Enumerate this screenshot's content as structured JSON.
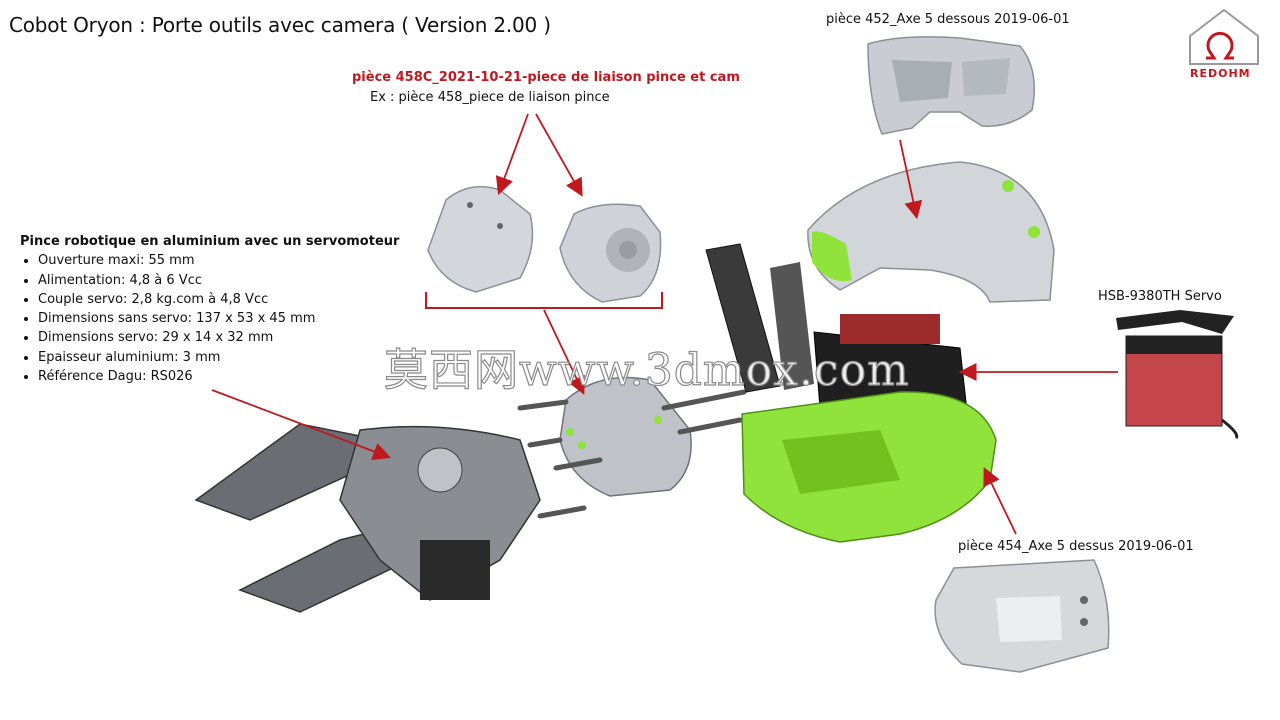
{
  "title": "Cobot Oryon : Porte outils avec camera ( Version 2.00 )",
  "labels": {
    "piece_452": "pièce 452_Axe 5 dessous 2019-06-01",
    "piece_458c": "pièce 458C_2021-10-21-piece  de liaison pince et cam",
    "piece_458": "Ex : pièce 458_piece de liaison pince",
    "servo": "HSB-9380TH Servo",
    "piece_454": "pièce 454_Axe 5 dessus 2019-06-01"
  },
  "specs": {
    "title": "Pince robotique en aluminium avec un servomoteur",
    "items": [
      "Ouverture maxi: 55 mm",
      "Alimentation: 4,8 à 6 Vcc",
      "Couple servo: 2,8 kg.com à 4,8 Vcc",
      "Dimensions sans servo: 137 x 53 x 45 mm",
      "Dimensions servo: 29 x 14 x 32 mm",
      "Epaisseur aluminium: 3 mm",
      "Référence Dagu: RS026"
    ]
  },
  "logo": {
    "text": "REDOHM"
  },
  "watermark": "莫西网www.3dmox.com",
  "colors": {
    "accent_red": "#c0181f",
    "part_green": "#8fe33a",
    "part_gray": "#c9ccd3",
    "metal_dark": "#4a4a4a"
  },
  "icons": [
    "redohm-logo-icon"
  ]
}
